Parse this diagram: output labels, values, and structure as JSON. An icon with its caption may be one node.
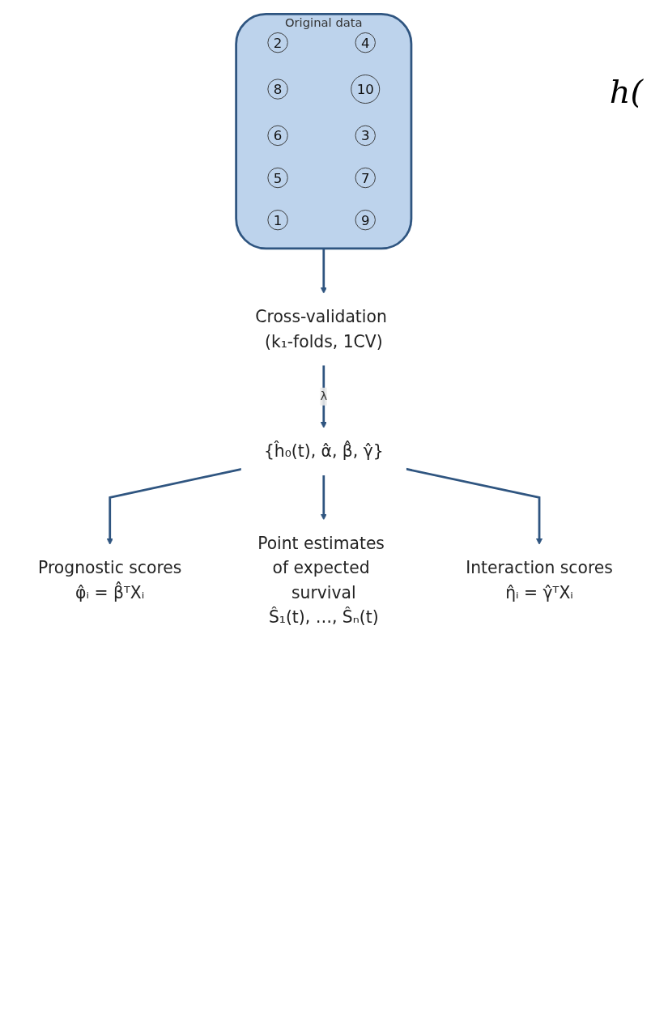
{
  "diagram": {
    "nodes": [
      {
        "text": [
          "Original data"
        ]
      },
      {
        "text": [
          "2"
        ],
        "in": 0
      },
      {
        "text": [
          "8"
        ],
        "in": 0
      },
      {
        "text": [
          "6"
        ],
        "in": 0
      },
      {
        "text": [
          "5"
        ],
        "in": 0
      },
      {
        "text": [
          "1"
        ],
        "in": 0
      },
      {
        "text": [
          "4"
        ],
        "in": 0
      },
      {
        "text": [
          "10"
        ],
        "in": 0
      },
      {
        "text": [
          "3"
        ],
        "in": 0
      },
      {
        "text": [
          "7"
        ],
        "in": 0
      },
      {
        "text": [
          "9"
        ],
        "in": 0
      },
      {
        "text": [
          "Cross-validation (k₁-folds, 1CV)"
        ]
      },
      {
        "text": [
          "{ĥ₀(t), α̂, β̂, γ̂}"
        ]
      },
      {
        "text": [
          "Prognostic scores",
          "φ̂ᵢ = β̂ᵀXᵢ"
        ]
      },
      {
        "text": [
          "Interaction scores",
          "η̂ᵢ = γ̂ᵀXᵢ"
        ]
      },
      {
        "text": [
          "Point estimates of expected survival",
          "Ŝ₁(t), …, Ŝₙ(t)"
        ]
      }
    ],
    "edges": [
      {
        "from": 0,
        "to": 11,
        "arrow": "to"
      },
      {
        "from": 11,
        "to": 12,
        "arrow": "to",
        "label": "λ"
      },
      {
        "from": 12,
        "to": 13,
        "arrow": "to"
      },
      {
        "from": 12,
        "to": 15,
        "arrow": "to"
      },
      {
        "from": 12,
        "to": 14,
        "arrow": "to"
      }
    ],
    "labels": [
      "h("
    ]
  }
}
